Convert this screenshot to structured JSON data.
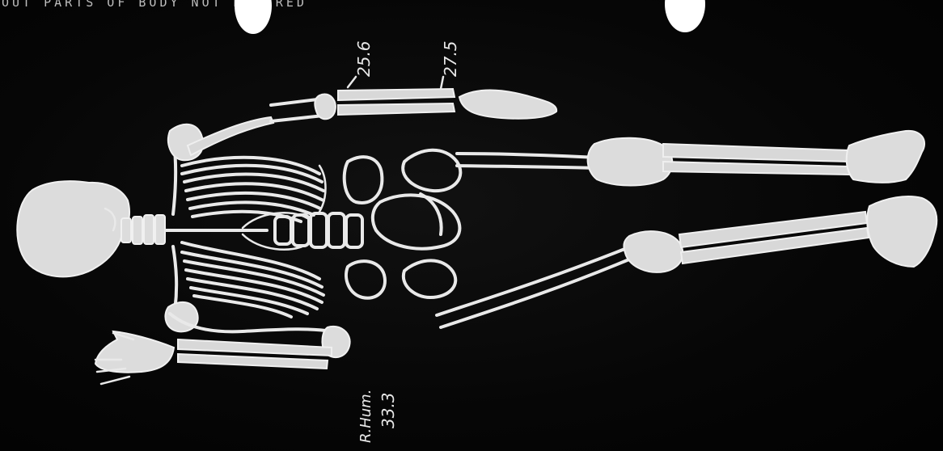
{
  "caption": "OUT PARTS OF BODY NOT RE   ERED",
  "annotations": {
    "left_radius": "25.6",
    "left_ulna": "27.5",
    "right_humerus_label": "R.Hum.",
    "right_humerus_value": "33.3"
  }
}
